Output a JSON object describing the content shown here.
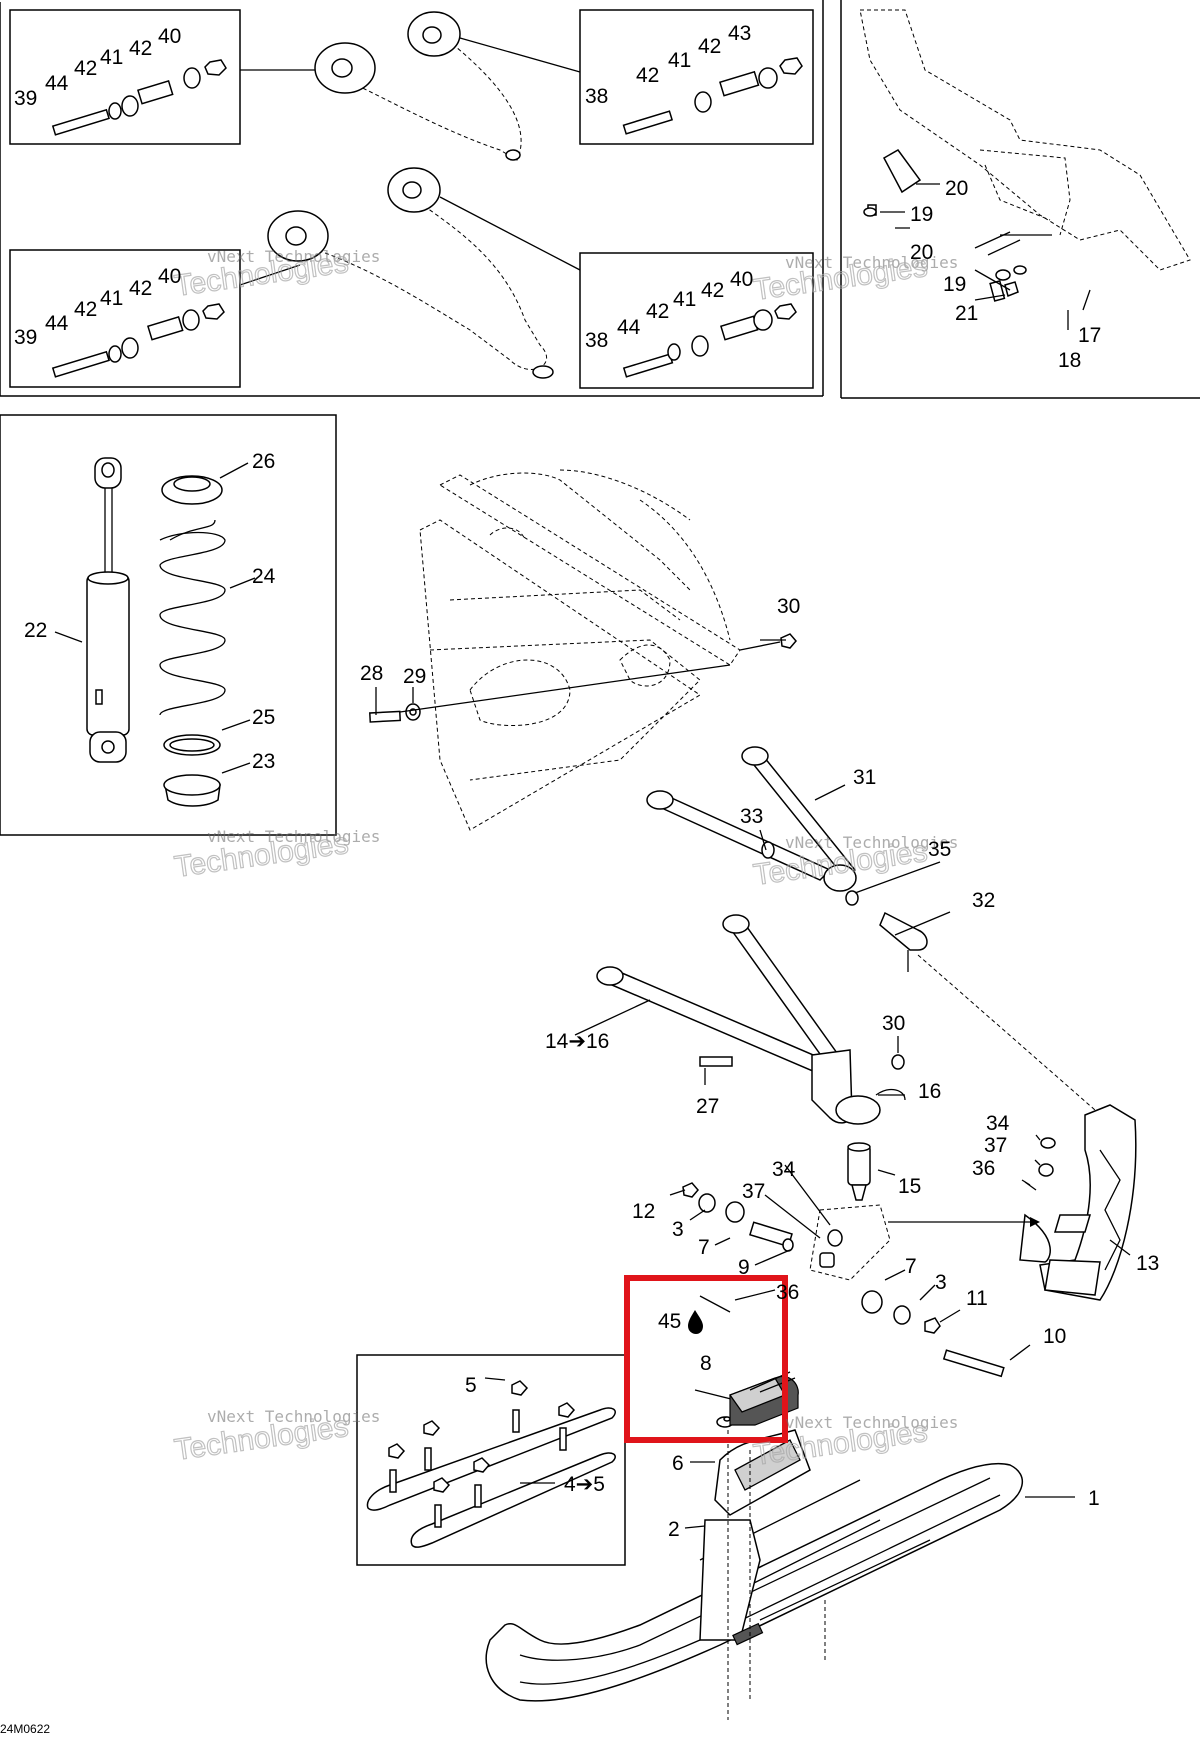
{
  "drawing_code": "24M0622",
  "watermark": {
    "line1": "vNext Technologies",
    "line2": "Technologies"
  },
  "callouts": {
    "box_tl_a": [
      "39",
      "44",
      "42",
      "41",
      "42",
      "40"
    ],
    "box_tr_a": [
      "38",
      "42",
      "41",
      "42",
      "43"
    ],
    "box_tl_b": [
      "39",
      "44",
      "42",
      "41",
      "42",
      "40"
    ],
    "box_tr_b": [
      "38",
      "44",
      "42",
      "41",
      "42",
      "40"
    ],
    "bracket": [
      "20",
      "19",
      "20",
      "19",
      "21",
      "17",
      "18"
    ],
    "shock": [
      "26",
      "24",
      "22",
      "25",
      "23"
    ],
    "main": [
      "30",
      "28",
      "29",
      "31",
      "33",
      "35",
      "32",
      "30",
      "14➔16",
      "16",
      "27",
      "15",
      "34",
      "37",
      "36",
      "13",
      "34",
      "12",
      "37",
      "3",
      "7",
      "9",
      "36",
      "7",
      "3",
      "11",
      "10",
      "45",
      "8",
      "6",
      "2",
      "1",
      "5",
      "4➔5"
    ]
  },
  "highlight": {
    "color": "#e0141a"
  }
}
